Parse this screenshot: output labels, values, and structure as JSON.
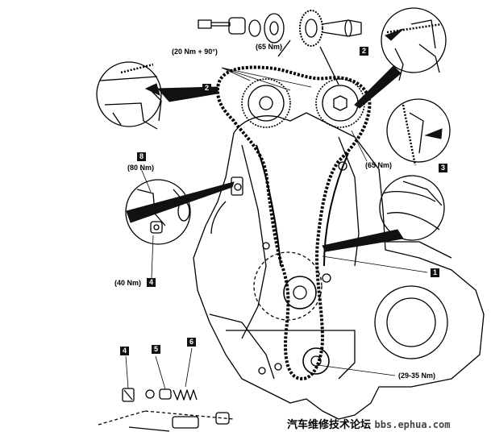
{
  "torque": {
    "camshaft_bolt_angle": "(20 Nm + 90°)",
    "sprocket_top": "(65 Nm)",
    "sprocket_right": "(65 Nm)",
    "tensioner_bolt": "(80 Nm)",
    "tensioner_base": "(40 Nm)",
    "crank_sprocket": "(29-35 Nm)"
  },
  "callouts": {
    "c1": "1",
    "c2_left": "2",
    "c2_right": "2",
    "c3": "3",
    "c4_tensioner": "4",
    "c4_parts": "4",
    "c5": "5",
    "c6": "6",
    "c8": "8"
  },
  "watermark": {
    "site_name": "汽车维修技术论坛",
    "url": "bbs.ephua.com"
  }
}
